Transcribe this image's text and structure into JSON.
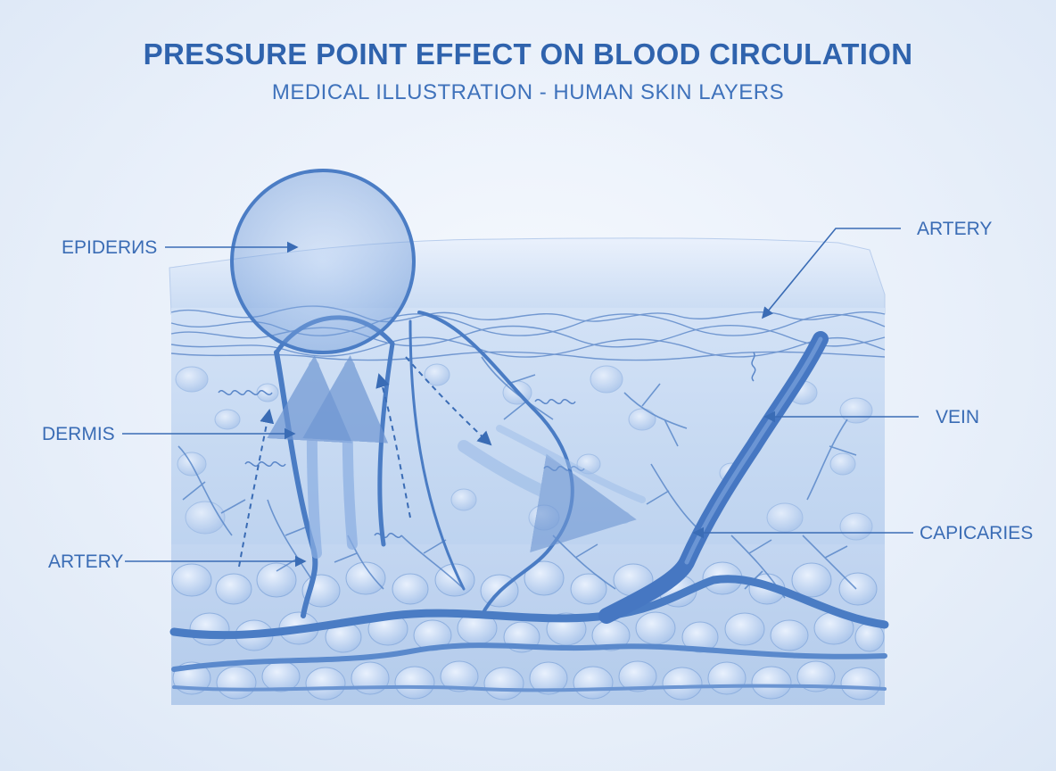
{
  "title": "PRESSURE POINT EFFECT ON BLOOD CIRCULATION",
  "subtitle": "MEDICAL ILLUSTRATION - HUMAN SKIN LAYERS",
  "labels": {
    "epidermis": "EPIDERИS",
    "dermis": "DERMIS",
    "artery_left": "ARTERY",
    "artery_right": "ARTERY",
    "vein": "VEIN",
    "capillaries": "CAPICARIES"
  },
  "colors": {
    "accent": "#2f63ad",
    "vessel": "#4a7cc4",
    "skin_top": "#d9e6f8",
    "tissue": "#c6d8f1"
  }
}
